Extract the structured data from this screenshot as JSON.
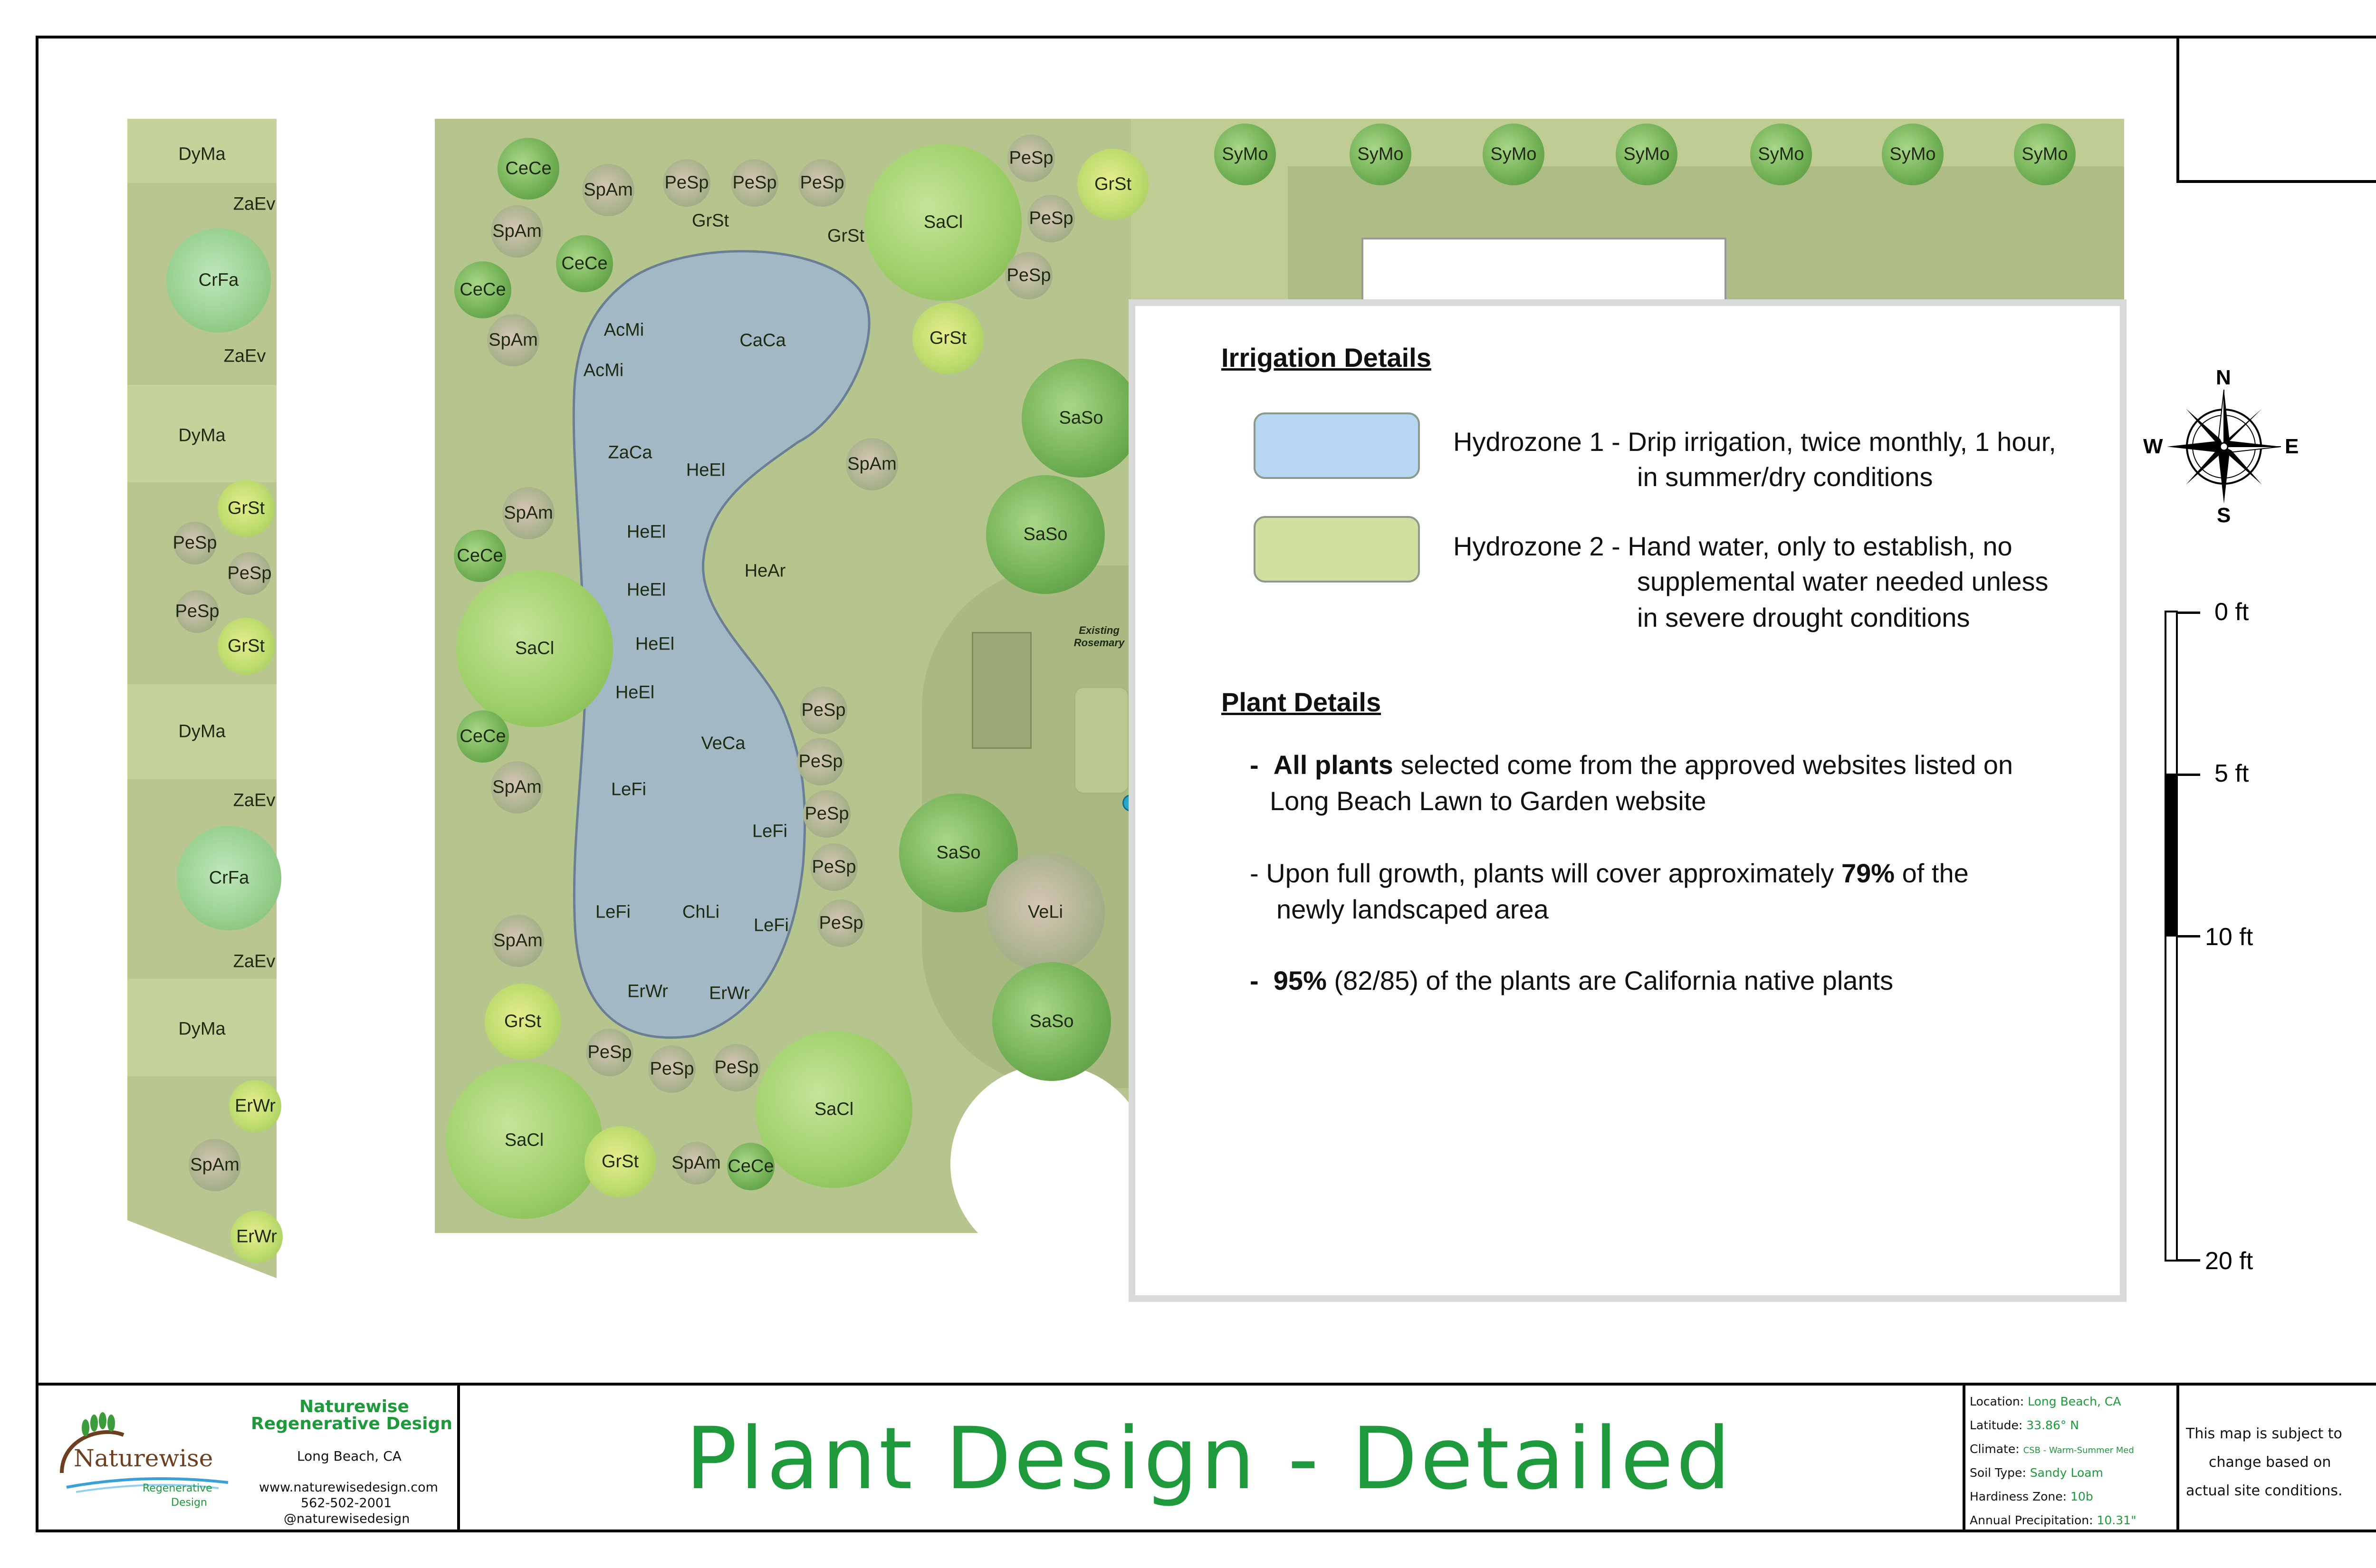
{
  "colors": {
    "hydrozone1": "#b7d6f2",
    "hydrozone2": "#cfe0a0",
    "title_green": "#1e9a3c"
  },
  "legend": {
    "irrigation_title": "Irrigation Details",
    "hz1_line1": "Hydrozone 1 - Drip irrigation, twice monthly, 1 hour,",
    "hz1_line2": "in summer/dry conditions",
    "hz2_line1": "Hydrozone 2 - Hand water, only to establish, no",
    "hz2_line2": "supplemental water needed unless",
    "hz2_line3": "in severe drought conditions",
    "plant_title": "Plant Details",
    "b1_dash": "-",
    "b1_bold": "All plants",
    "b1_rest": " selected come from the approved websites listed on",
    "b1_line2": "Long Beach Lawn to Garden website",
    "b2_line1_pre": "-  Upon full growth, plants will cover approximately ",
    "b2_bold": "79%",
    "b2_line1_post": " of the",
    "b2_line2": "newly landscaped area",
    "b3_dash": "-",
    "b3_bold": "95%",
    "b3_rest": " (82/85) of the plants are California native plants"
  },
  "compass": {
    "n": "N",
    "s": "S",
    "e": "E",
    "w": "W"
  },
  "scale": {
    "l0": "0 ft",
    "l5": "5 ft",
    "l10": "10 ft",
    "l20": "20 ft"
  },
  "map": {
    "existing_rosemary": "Existing Rosemary",
    "top_row": [
      "SyMo",
      "SyMo",
      "SyMo",
      "SyMo",
      "SyMo",
      "SyMo",
      "SyMo"
    ],
    "strip": [
      "DyMa",
      "ZaEv",
      "CrFa",
      "ZaEv",
      "DyMa",
      "GrSt",
      "PeSp",
      "PeSp",
      "PeSp",
      "GrSt",
      "DyMa",
      "ZaEv",
      "CrFa",
      "ZaEv",
      "DyMa",
      "ErWr",
      "SpAm",
      "ErWr"
    ],
    "main": [
      "CeCe",
      "SpAm",
      "PeSp",
      "PeSp",
      "PeSp",
      "SpAm",
      "GrSt",
      "GrSt",
      "CeCe",
      "CeCe",
      "SpAm",
      "AcMi",
      "AcMi",
      "CaCa",
      "SaCl",
      "PeSp",
      "GrSt",
      "PeSp",
      "PeSp",
      "GrSt",
      "ZaCa",
      "HeEl",
      "SpAm",
      "SaSo",
      "SpAm",
      "HeEl",
      "CeCe",
      "HeEl",
      "HeAr",
      "SaSo",
      "SaCl",
      "HeEl",
      "HeEl",
      "PeSp",
      "CeCe",
      "VeCa",
      "PeSp",
      "SpAm",
      "LeFi",
      "PeSp",
      "LeFi",
      "SaSo",
      "PeSp",
      "LeFi",
      "ChLi",
      "LeFi",
      "PeSp",
      "VeLi",
      "SpAm",
      "ErWr",
      "ErWr",
      "GrSt",
      "SaSo",
      "PeSp",
      "PeSp",
      "PeSp",
      "SaCl",
      "SaCl",
      "GrSt",
      "SpAm",
      "CeCe"
    ]
  },
  "titleblock": {
    "company_line1": "Naturewise",
    "company_line2": "Regenerative Design",
    "city": "Long Beach, CA",
    "web": "www.naturewisedesign.com",
    "phone": "562-502-2001",
    "social": "@naturewisedesign",
    "logo_text": "Naturewise",
    "logo_sub1": "Regenerative",
    "logo_sub2": "Design",
    "title": "Plant Design - Detailed",
    "loc_k": "Location:",
    "loc_v": "Long Beach, CA",
    "lat_k": "Latitude:",
    "lat_v": "33.86° N",
    "cli_k": "Climate:",
    "cli_v": "CSB - Warm-Summer Med",
    "soil_k": "Soil Type:",
    "soil_v": "Sandy Loam",
    "hz_k": "Hardiness Zone:",
    "hz_v": "10b",
    "pre_k": "Annual Precipitation:",
    "pre_v": "10.31\"",
    "note1": "This map is subject to",
    "note2": "change based on",
    "note3": "actual site conditions."
  }
}
